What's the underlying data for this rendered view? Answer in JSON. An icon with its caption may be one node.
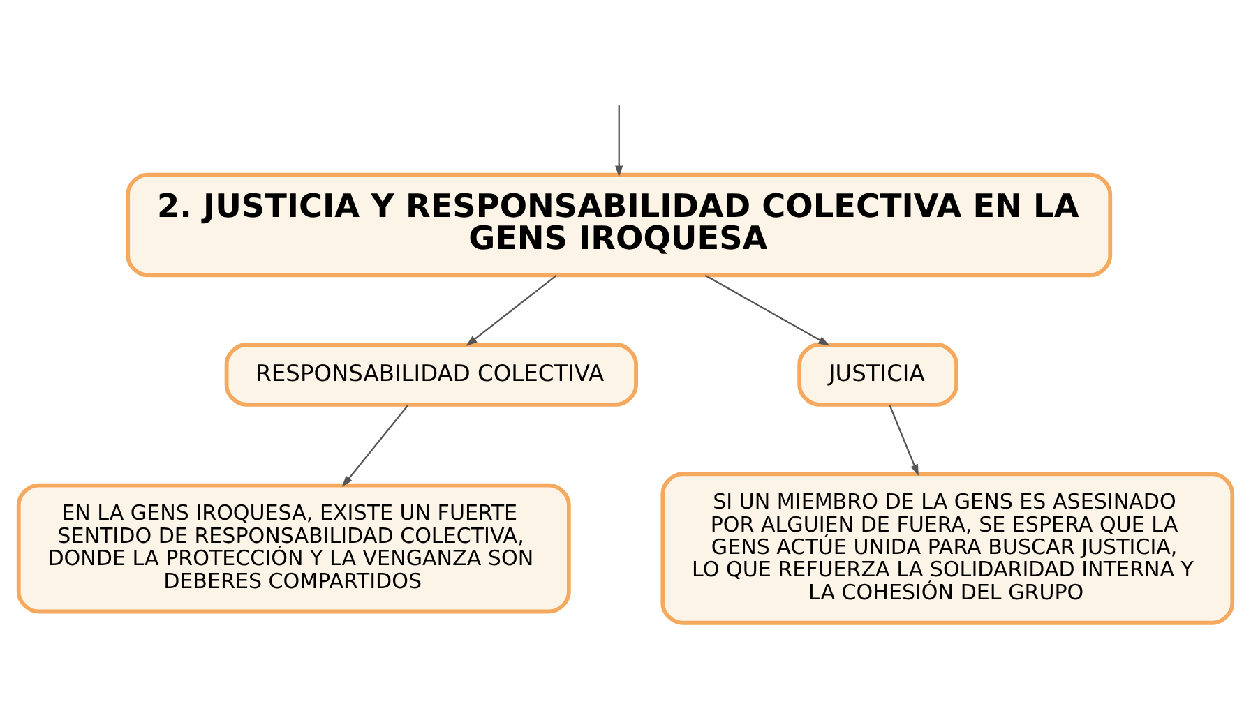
{
  "diagram": {
    "nodes": [
      {
        "text": [
          "2. JUSTICIA Y RESPONSABILIDAD COLECTIVA EN LA GENS IROQUESA"
        ]
      },
      {
        "text": [
          "RESPONSABILIDAD COLECTIVA"
        ]
      },
      {
        "text": [
          "JUSTICIA"
        ]
      },
      {
        "text": [
          "EN LA GENS IROQUESA, EXISTE UN FUERTE SENTIDO DE RESPONSABILIDAD COLECTIVA, DONDE LA PROTECCIÓN Y LA VENGANZA SON DEBERES COMPARTIDOS"
        ]
      },
      {
        "text": [
          "SI UN MIEMBRO DE LA GENS ES ASESINADO POR ALGUIEN DE FUERA, SE ESPERA QUE LA GENS ACTÚE UNIDA PARA BUSCAR JUSTICIA, LO QUE REFUERZA LA SOLIDARIDAD INTERNA Y LA COHESIÓN DEL GRUPO"
        ]
      }
    ],
    "edges": [
      {
        "from": null,
        "to": 0,
        "arrow": "to"
      },
      {
        "from": 0,
        "to": 1,
        "arrow": "to"
      },
      {
        "from": 0,
        "to": 2,
        "arrow": "to"
      },
      {
        "from": 1,
        "to": 3,
        "arrow": "to"
      },
      {
        "from": 2,
        "to": 4,
        "arrow": "to"
      }
    ]
  }
}
